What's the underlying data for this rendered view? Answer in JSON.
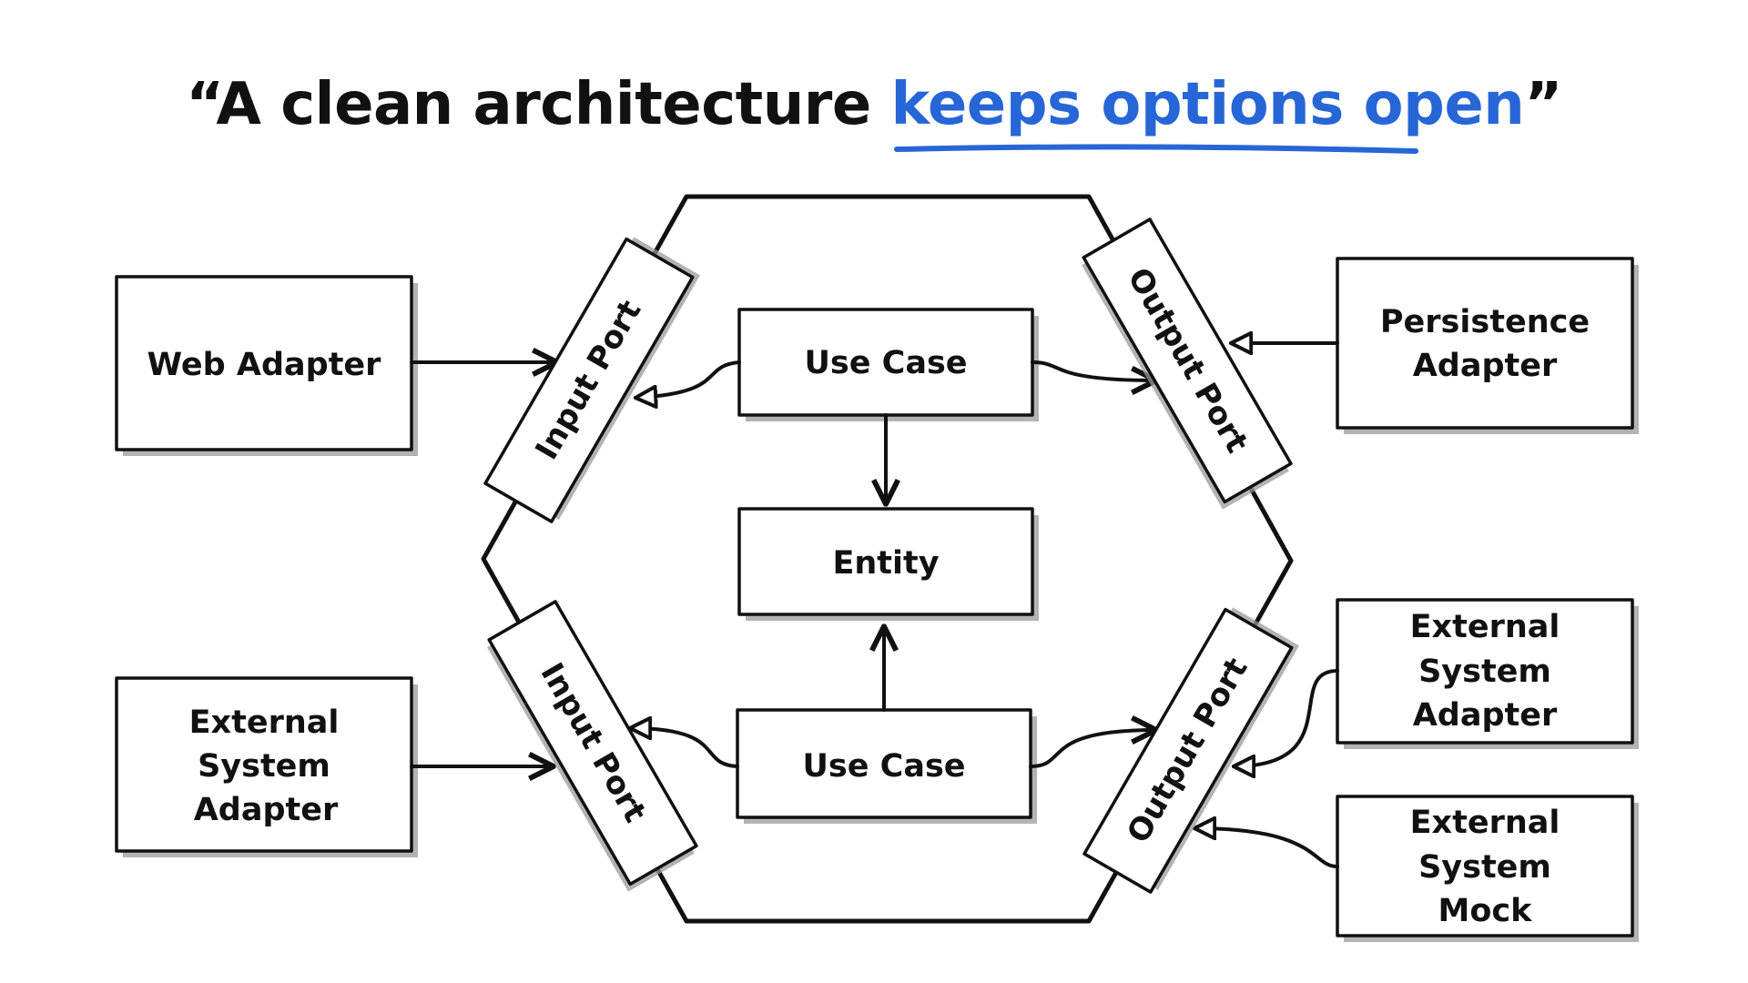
{
  "title": {
    "prefix": "“A clean architecture ",
    "highlight": "keeps options open",
    "suffix": "”",
    "highlight_color": "#2766d6"
  },
  "adapters": {
    "web": [
      "Web Adapter"
    ],
    "external_left": [
      "External",
      "System",
      "Adapter"
    ],
    "persistence": [
      "Persistence",
      "Adapter"
    ],
    "external_right": [
      "External",
      "System",
      "Adapter"
    ],
    "external_mock": [
      "External",
      "System",
      "Mock"
    ]
  },
  "ports": {
    "input_top": "Input Port",
    "input_bottom": "Input Port",
    "output_top": "Output Port",
    "output_bottom": "Output Port"
  },
  "core": {
    "use_case_top": "Use Case",
    "entity": "Entity",
    "use_case_bottom": "Use Case"
  }
}
